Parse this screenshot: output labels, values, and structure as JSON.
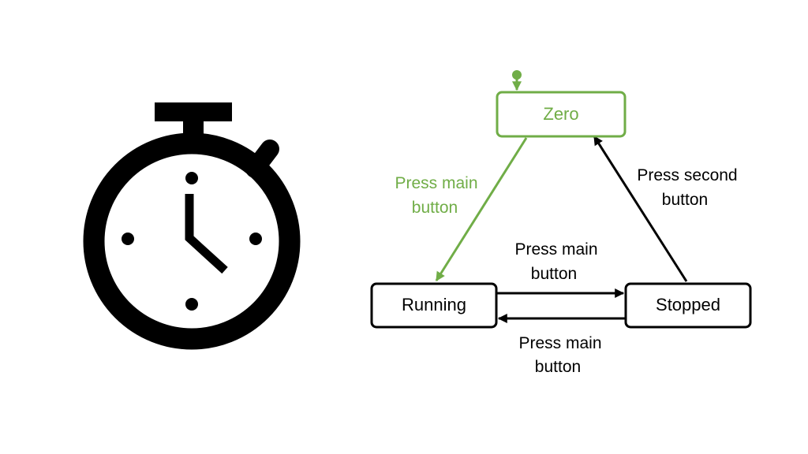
{
  "colors": {
    "initial_state": "#70ad47",
    "default": "#000000",
    "background": "#ffffff"
  },
  "icon": {
    "name": "stopwatch-icon"
  },
  "diagram": {
    "states": {
      "zero": "Zero",
      "running": "Running",
      "stopped": "Stopped"
    },
    "transitions": {
      "zero_to_running": {
        "line1": "Press main",
        "line2": "button"
      },
      "running_to_stopped": {
        "line1": "Press main",
        "line2": "button"
      },
      "stopped_to_running": {
        "line1": "Press main",
        "line2": "button"
      },
      "stopped_to_zero": {
        "line1": "Press second",
        "line2": "button"
      }
    }
  }
}
